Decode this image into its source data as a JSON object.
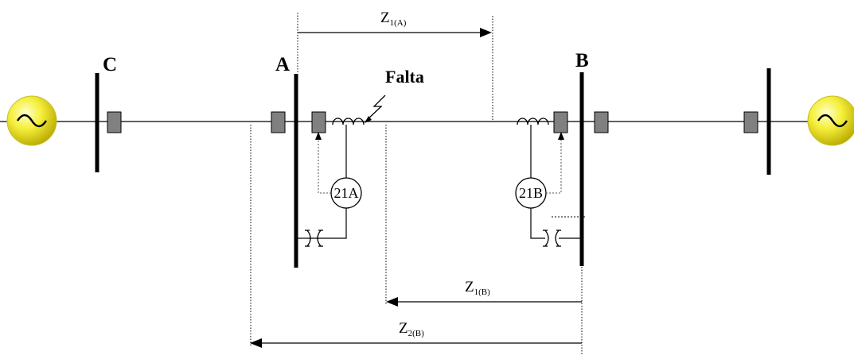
{
  "diagram": {
    "buses": {
      "c": "C",
      "a": "A",
      "b": "B"
    },
    "fault_label": "Falta",
    "relays": {
      "a": "21A",
      "b": "21B"
    },
    "zones": {
      "z1a": {
        "main": "Z",
        "sub": "1(A)"
      },
      "z1b": {
        "main": "Z",
        "sub": "1(B)"
      },
      "z2b": {
        "main": "Z",
        "sub": "2(B)"
      }
    }
  }
}
